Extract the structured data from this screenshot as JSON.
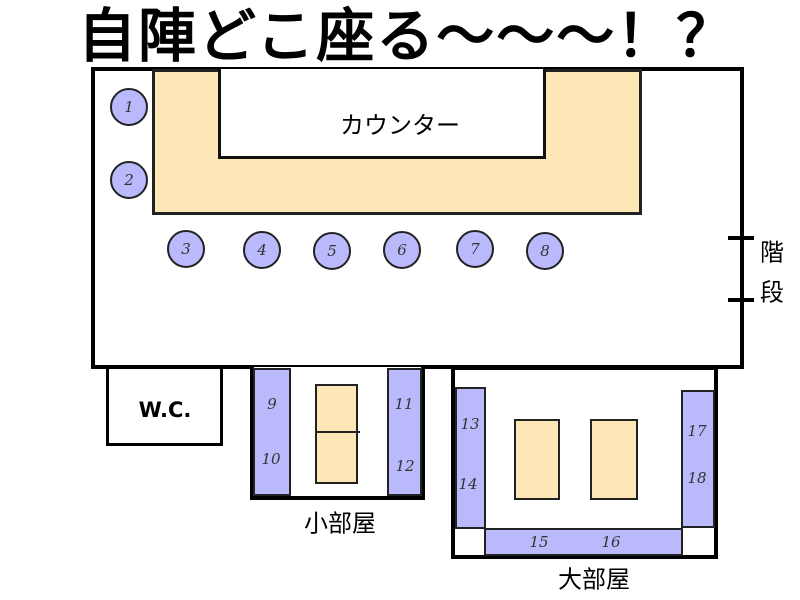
{
  "title": "自陣どこ座る〜〜〜！？",
  "counter_label": "カウンター",
  "stairs_label": [
    "階",
    "段"
  ],
  "wc_label": "W.C.",
  "small_room_label": "小部屋",
  "large_room_label": "大部屋",
  "counter_seats": [
    "1",
    "2",
    "3",
    "4",
    "5",
    "6",
    "7",
    "8"
  ],
  "small_room_seats": [
    "9",
    "10",
    "11",
    "12"
  ],
  "large_room_seats": [
    "13",
    "14",
    "15",
    "16",
    "17",
    "18"
  ],
  "colors": {
    "seat": "#b9b9fb",
    "table": "#fde7b6"
  }
}
